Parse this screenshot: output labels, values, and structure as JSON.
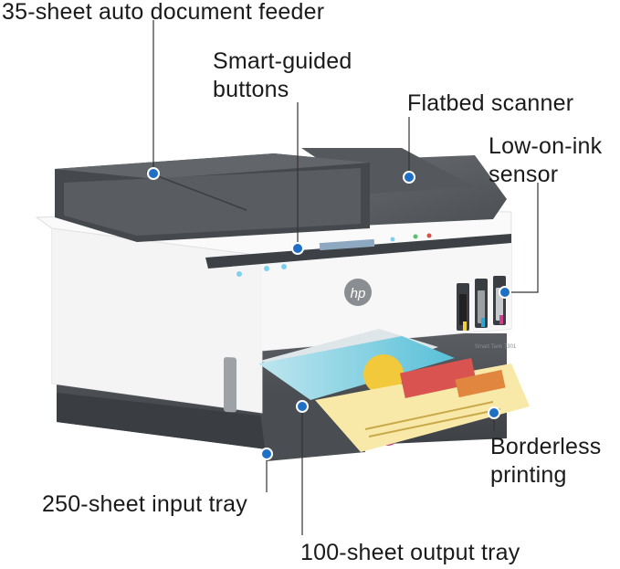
{
  "product": {
    "logo_text": "hp",
    "model_badge": "Smart Tank 7301"
  },
  "callouts": {
    "adf": "35-sheet auto document feeder",
    "buttons_line1": "Smart-guided",
    "buttons_line2": "buttons",
    "flatbed": "Flatbed scanner",
    "ink_line1": "Low-on-ink",
    "ink_line2": "sensor",
    "borderless_line1": "Borderless",
    "borderless_line2": "printing",
    "input_tray": "250-sheet input tray",
    "output_tray": "100-sheet output tray"
  },
  "colors": {
    "callout_dot": "#1f6fc5",
    "leader_line": "#333333",
    "printer_body": "#f2f2f2",
    "printer_dark": "#4a4d52",
    "ink_cyan": "#2aa7d6",
    "ink_magenta": "#d23c8c",
    "ink_yellow": "#f2d23a",
    "ink_black": "#2a2a2a"
  }
}
